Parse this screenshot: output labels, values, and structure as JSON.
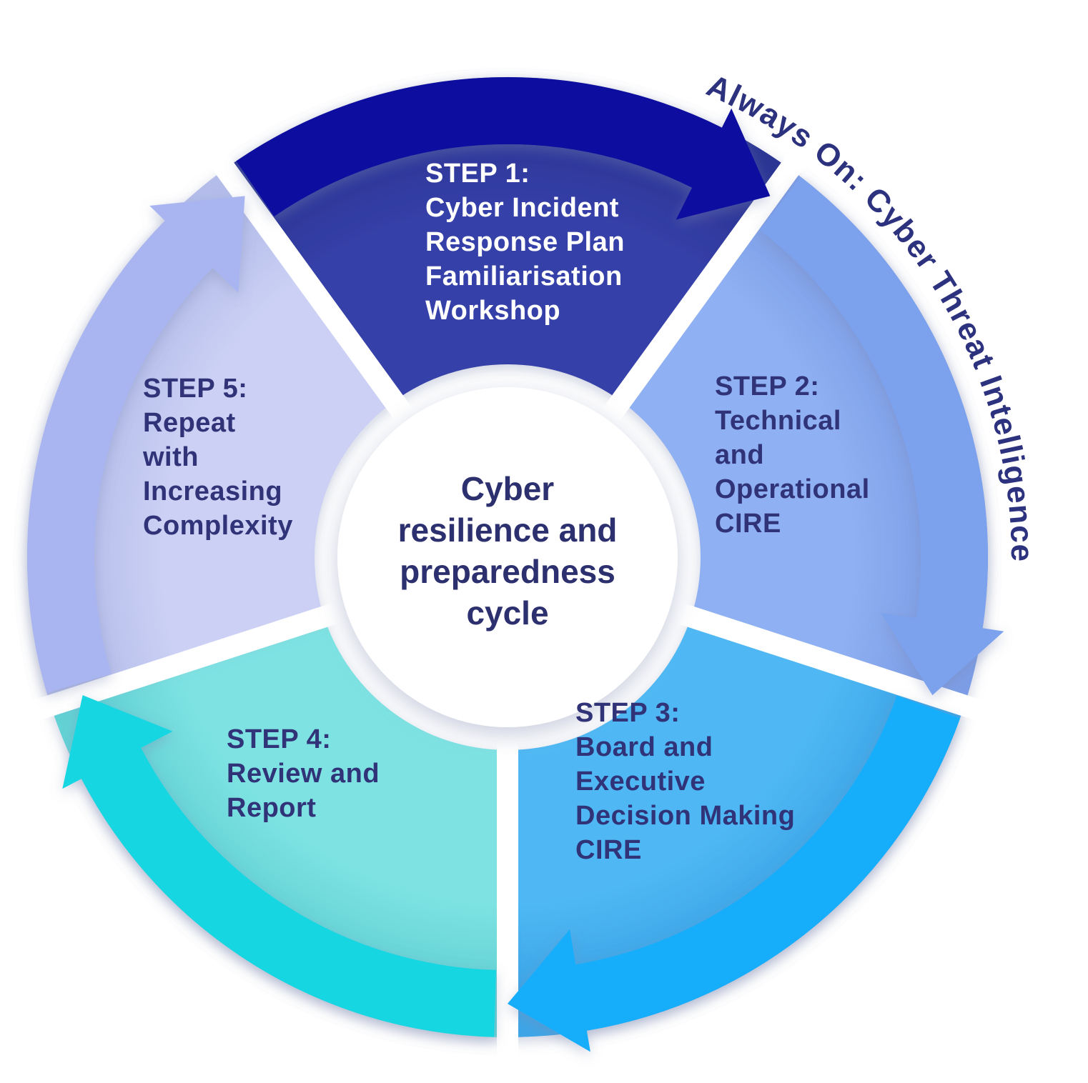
{
  "diagram": {
    "center": {
      "title_lines": [
        "Cyber",
        "resilience and",
        "preparedness",
        "cycle"
      ],
      "text_color": "#2d306f",
      "circle_color": "#ffffff"
    },
    "always_on": {
      "text": "Always On: Cyber Threat Intelligence",
      "color": "#2d327f"
    },
    "colors": {
      "background": "#ffffff",
      "separator": "#ffffff",
      "label_navy": "#303377"
    },
    "segments": [
      {
        "id": "step-1",
        "label_lines": [
          "STEP 1:",
          "Cyber Incident",
          "Response Plan",
          "Familiarisation",
          "Workshop"
        ],
        "fill": "#3640a9",
        "shade": "#2b3494",
        "band": "#0f10a0",
        "text_color": "#ffffff"
      },
      {
        "id": "step-2",
        "label_lines": [
          "STEP 2:",
          "Technical",
          "and",
          "Operational",
          "CIRE"
        ],
        "fill": "#8fb0f2",
        "shade": "#7c9de6",
        "band": "#7ba1ed",
        "text_color": "#303377"
      },
      {
        "id": "step-3",
        "label_lines": [
          "STEP 3:",
          "Board and",
          "Executive",
          "Decision Making",
          "CIRE"
        ],
        "fill": "#4fb8f4",
        "shade": "#3ca5e7",
        "band": "#16aefa",
        "text_color": "#303377"
      },
      {
        "id": "step-4",
        "label_lines": [
          "STEP 4:",
          "Review and",
          "Report"
        ],
        "fill": "#7ee2e2",
        "shade": "#62d2d5",
        "band": "#17d6e2",
        "text_color": "#303377"
      },
      {
        "id": "step-5",
        "label_lines": [
          "STEP 5:",
          "Repeat",
          "with",
          "Increasing",
          "Complexity"
        ],
        "fill": "#cbd0f4",
        "shade": "#b4bdea",
        "band": "#a9b5f1",
        "text_color": "#303377"
      }
    ]
  }
}
